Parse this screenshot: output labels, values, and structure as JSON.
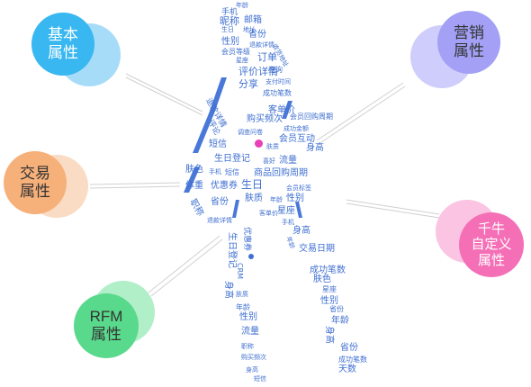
{
  "attribute_groups": [
    {
      "id": "basic",
      "label": "基本\n属性",
      "fill": "#38b7f0",
      "halo": "#a7dcf8",
      "text_color": "#ffffff"
    },
    {
      "id": "marketing",
      "label": "营销\n属性",
      "fill": "#a3a0f5",
      "halo": "#cfcdfb",
      "text_color": "#333333"
    },
    {
      "id": "transaction",
      "label": "交易\n属性",
      "fill": "#f6b07a",
      "halo": "#fadcc4",
      "text_color": "#333333"
    },
    {
      "id": "custom",
      "label": "千牛\n自定义\n属性",
      "fill": "#f46fb6",
      "halo": "#fac4e2",
      "text_color": "#ffffff"
    },
    {
      "id": "rfm",
      "label": "RFM\n属性",
      "fill": "#59d98c",
      "halo": "#b1efc9",
      "text_color": "#333333"
    }
  ],
  "word_cloud": {
    "color": "#3f6fd0",
    "accent": "#e93fb8",
    "words": [
      "年龄",
      "手机",
      "昵称",
      "邮箱",
      "生日",
      "地址",
      "省份",
      "性别",
      "退款详情",
      "收货地址",
      "会员等级",
      "星座",
      "订单",
      "评价详情",
      "查询",
      "分享",
      "支付时间",
      "成功笔数",
      "退款详情",
      "客单价",
      "购买频次",
      "会员回购周期",
      "评论",
      "成功金额",
      "调查问卷",
      "会员互动",
      "短信",
      "肤质",
      "身高",
      "生日登记",
      "喜好",
      "流量",
      "肤色",
      "手机",
      "短信",
      "商品回购周期",
      "体重",
      "优惠券",
      "生日",
      "会员标签",
      "省份",
      "肤质",
      "年龄",
      "性别",
      "职称",
      "客单价",
      "星座",
      "退款详情",
      "手机",
      "身高",
      "生日登记",
      "优惠券",
      "年龄",
      "交易日期",
      "身高",
      "CRM",
      "成功笔数",
      "肤色",
      "星座",
      "性别",
      "肤质",
      "年龄",
      "性别",
      "省份",
      "年龄",
      "流量",
      "职称",
      "身高",
      "省份",
      "成功笔数",
      "购买频次",
      "身高",
      "天数",
      "短信",
      "客单价"
    ]
  }
}
